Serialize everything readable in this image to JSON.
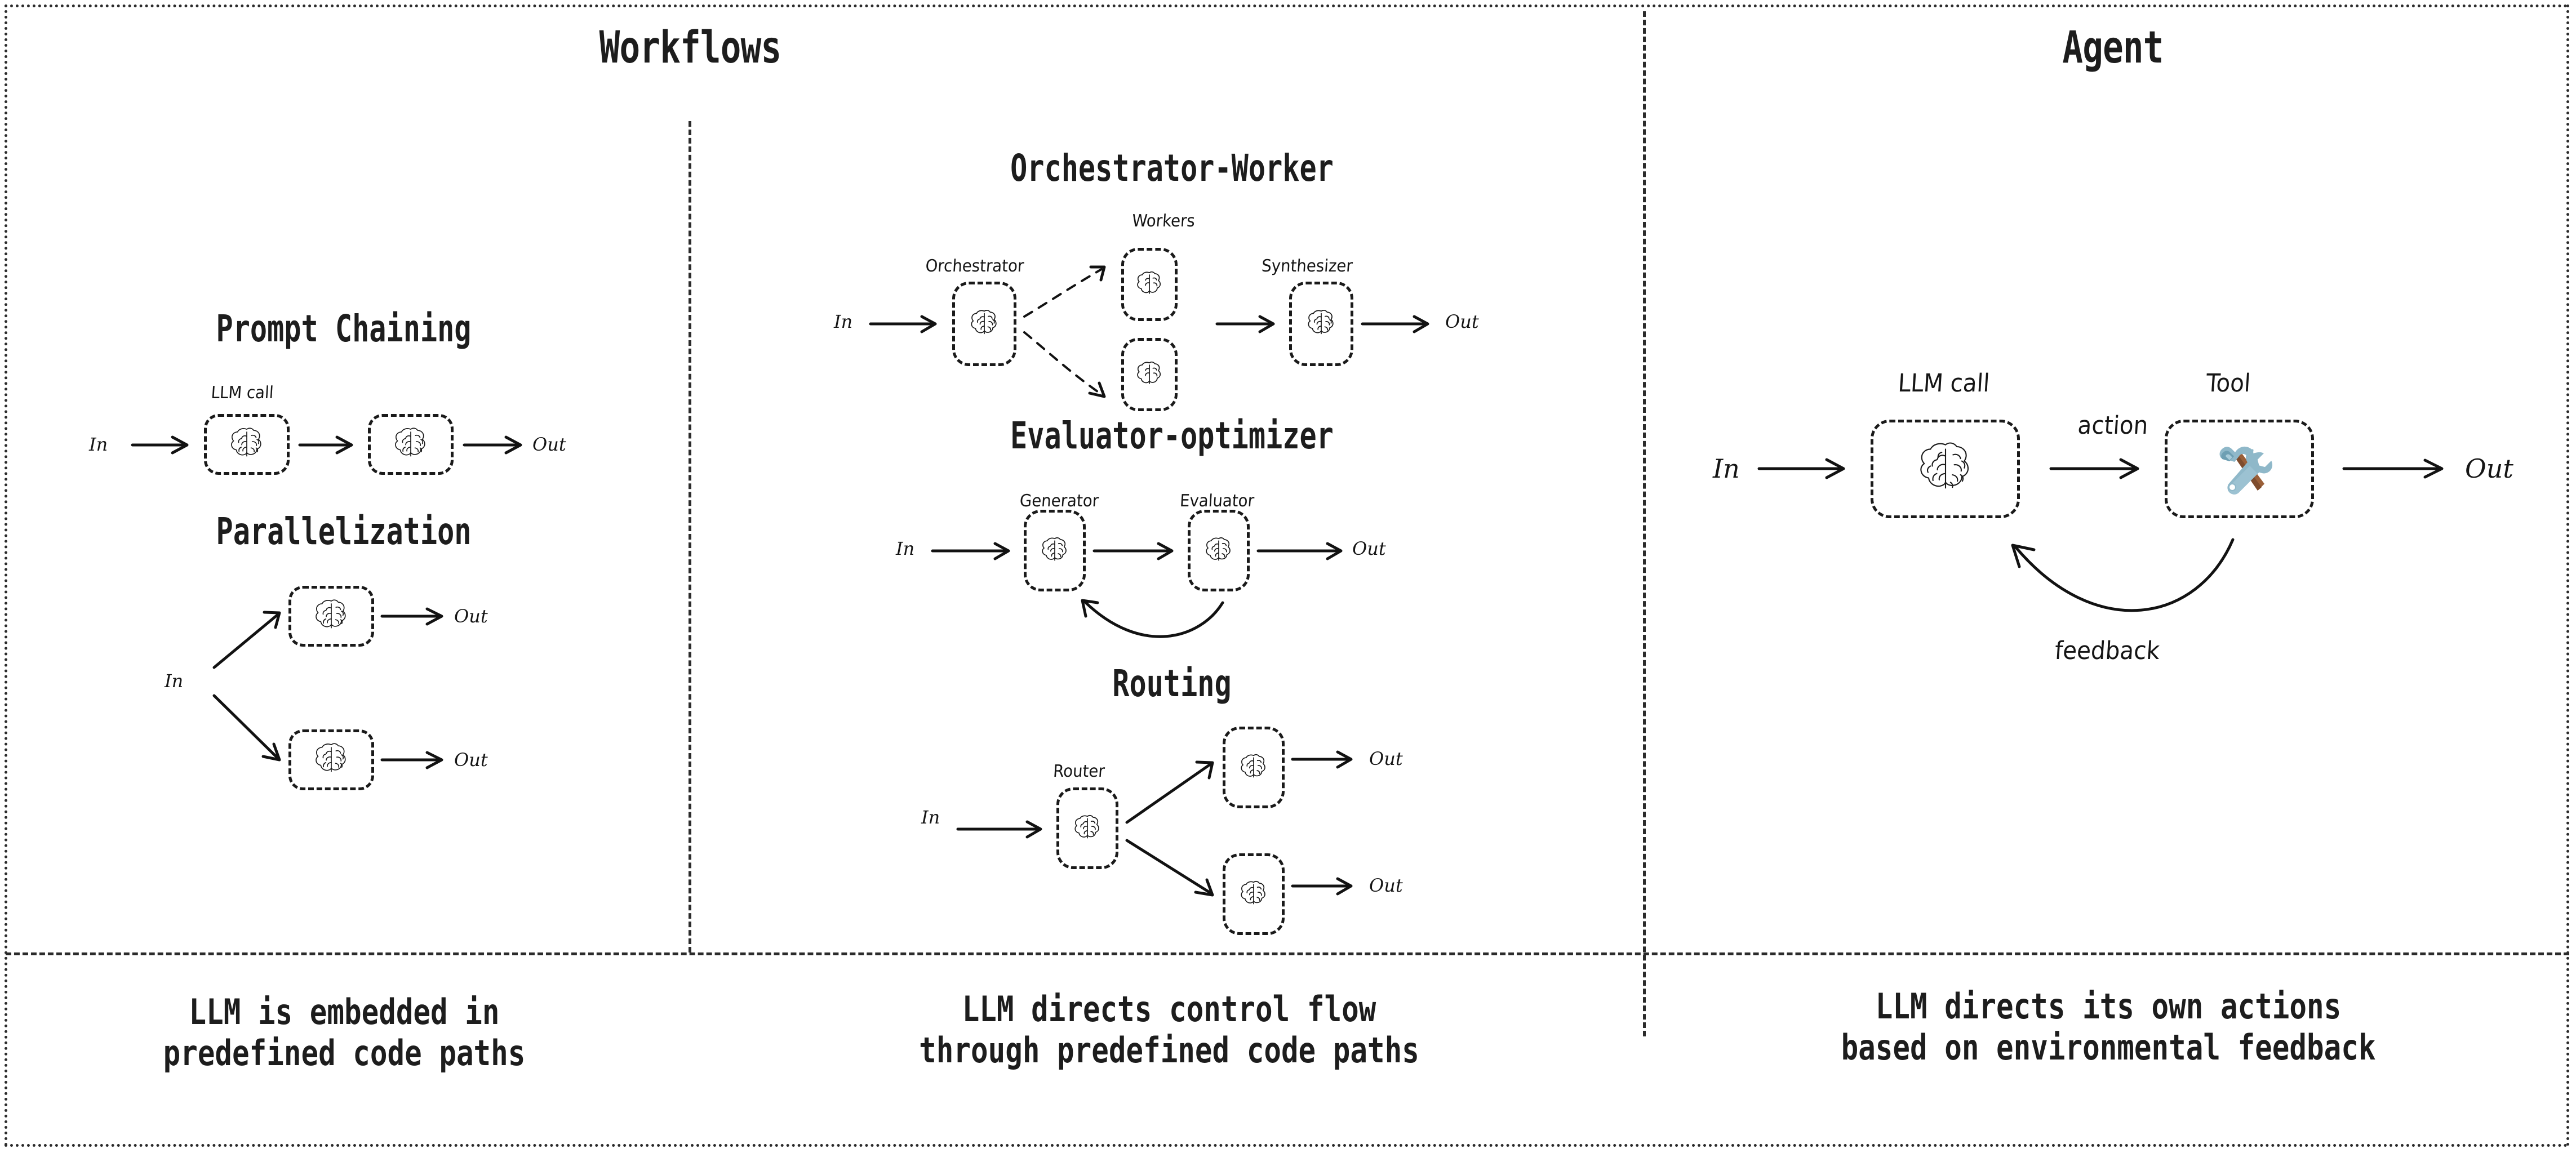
{
  "columns": {
    "workflows": {
      "title": "Workflows",
      "caption": "LLM is embedded in\npredefined code paths"
    },
    "workflows_mid": {
      "caption": "LLM directs control flow\nthrough predefined code paths"
    },
    "agent": {
      "title": "Agent",
      "caption": "LLM directs its own actions\nbased on environmental feedback"
    }
  },
  "patterns": {
    "prompt_chaining": {
      "title": "Prompt Chaining",
      "in": "In",
      "out": "Out",
      "node_label": "LLM call",
      "nodes": [
        "llm-call-1",
        "llm-call-2"
      ]
    },
    "parallelization": {
      "title": "Parallelization",
      "in": "In",
      "out_top": "Out",
      "out_bottom": "Out"
    },
    "orchestrator_worker": {
      "title": "Orchestrator-Worker",
      "in": "In",
      "out": "Out",
      "orchestrator_label": "Orchestrator",
      "workers_label": "Workers",
      "synthesizer_label": "Synthesizer"
    },
    "evaluator_optimizer": {
      "title": "Evaluator-optimizer",
      "in": "In",
      "out": "Out",
      "generator_label": "Generator",
      "evaluator_label": "Evaluator"
    },
    "routing": {
      "title": "Routing",
      "in": "In",
      "router_label": "Router",
      "out_top": "Out",
      "out_bottom": "Out"
    },
    "agent_loop": {
      "in": "In",
      "out": "Out",
      "llm_call_label": "LLM call",
      "tool_label": "Tool",
      "action_label": "action",
      "feedback_label": "feedback"
    }
  },
  "icons": {
    "brain": "brain-icon",
    "tool": "hammer-and-wrench-icon"
  },
  "colors": {
    "ink": "#1d1d1d",
    "stroke": "#121212",
    "tool_metal": "#8fb8c9",
    "tool_metal_dark": "#6e9fb3",
    "tool_metal_light": "#a8cbd9",
    "tool_handle": "#9a5f38",
    "tool_handle_dark": "#7e4c2d",
    "paper": "#ffffff"
  }
}
